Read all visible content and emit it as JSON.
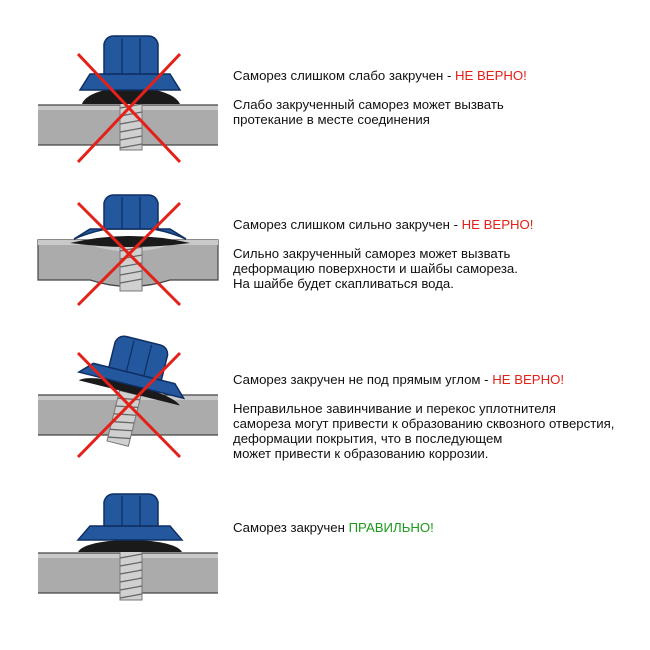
{
  "colors": {
    "screw_blue": "#23589f",
    "screw_blue_dark": "#0f2f63",
    "gasket": "#1a1a1a",
    "sheet": "#8c8c8c",
    "cross_red": "#e32119",
    "verdict_wrong": "#e32119",
    "verdict_right": "#1c9a1c"
  },
  "cases": [
    {
      "heading": "Саморез слишком слабо закручен - ",
      "verdict": "НЕ ВЕРНО!",
      "lines": [
        "Слабо закрученный саморез может вызвать",
        "протекание в месте соединения"
      ],
      "mark": "cross-icon",
      "state": "under-tightened"
    },
    {
      "heading": "Саморез слишком сильно закручен - ",
      "verdict": "НЕ ВЕРНО!",
      "lines": [
        "Сильно закрученный саморез может вызвать",
        "деформацию поверхности и шайбы самореза.",
        "На шайбе будет скапливаться вода."
      ],
      "mark": "cross-icon",
      "state": "over-tightened"
    },
    {
      "heading": "Саморез закручен не под прямым углом - ",
      "verdict": "НЕ ВЕРНО!",
      "lines": [
        "Неправильное завинчивание и перекос уплотнителя",
        "самореза могут привести к образованию сквозного отверстия,",
        "деформации покрытия, что в последующем",
        "может привести к образованию коррозии."
      ],
      "mark": "cross-icon",
      "state": "angled"
    },
    {
      "heading": "Саморез закручен ",
      "verdict": "ПРАВИЛЬНО!",
      "lines": [],
      "mark": "none",
      "state": "correct"
    }
  ]
}
